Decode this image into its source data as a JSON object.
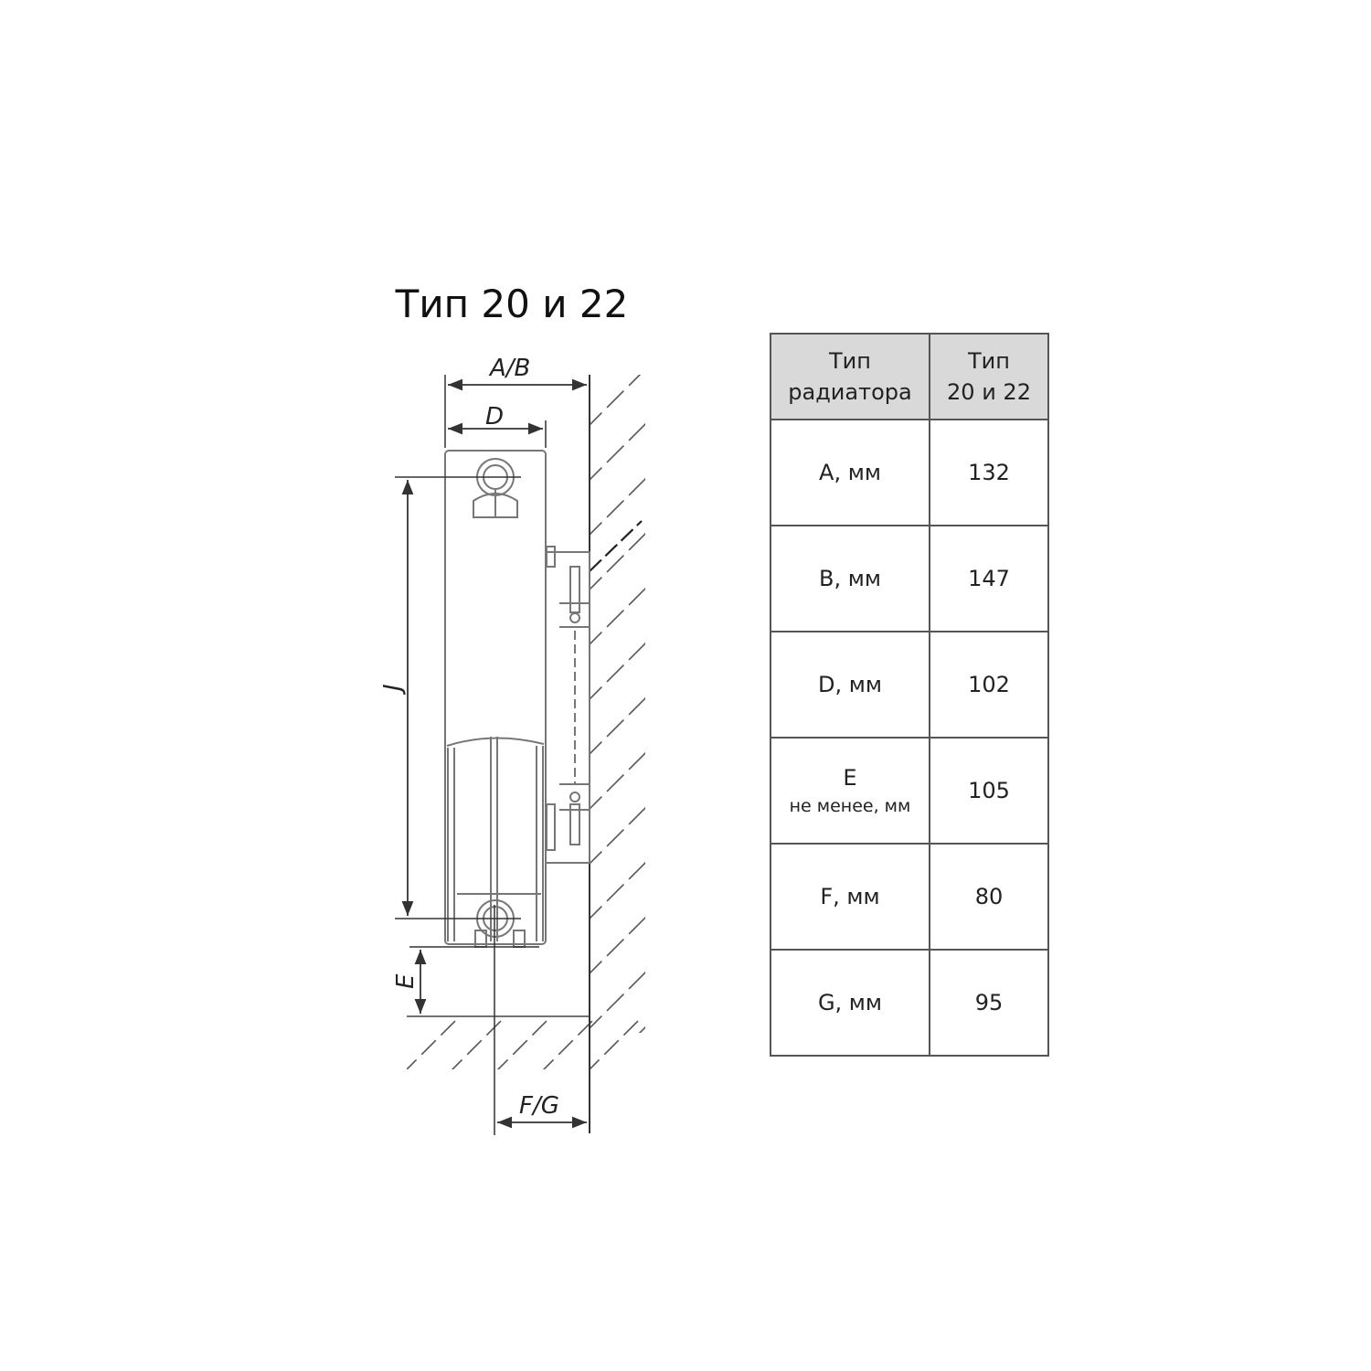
{
  "title": "Тип 20 и 22",
  "drawing": {
    "labels": {
      "ab": "A/B",
      "d": "D",
      "j": "J",
      "e": "E",
      "fg": "F/G"
    }
  },
  "table": {
    "header": {
      "col1": "Тип\nрадиатора",
      "col2": "Тип\n20 и 22"
    },
    "rows": [
      {
        "param": "A, мм",
        "note": "",
        "value": "132"
      },
      {
        "param": "B, мм",
        "note": "",
        "value": "147"
      },
      {
        "param": "D, мм",
        "note": "",
        "value": "102"
      },
      {
        "param": "E",
        "note": "не менее, мм",
        "value": "105"
      },
      {
        "param": "F, мм",
        "note": "",
        "value": "80"
      },
      {
        "param": "G, мм",
        "note": "",
        "value": "95"
      }
    ]
  }
}
